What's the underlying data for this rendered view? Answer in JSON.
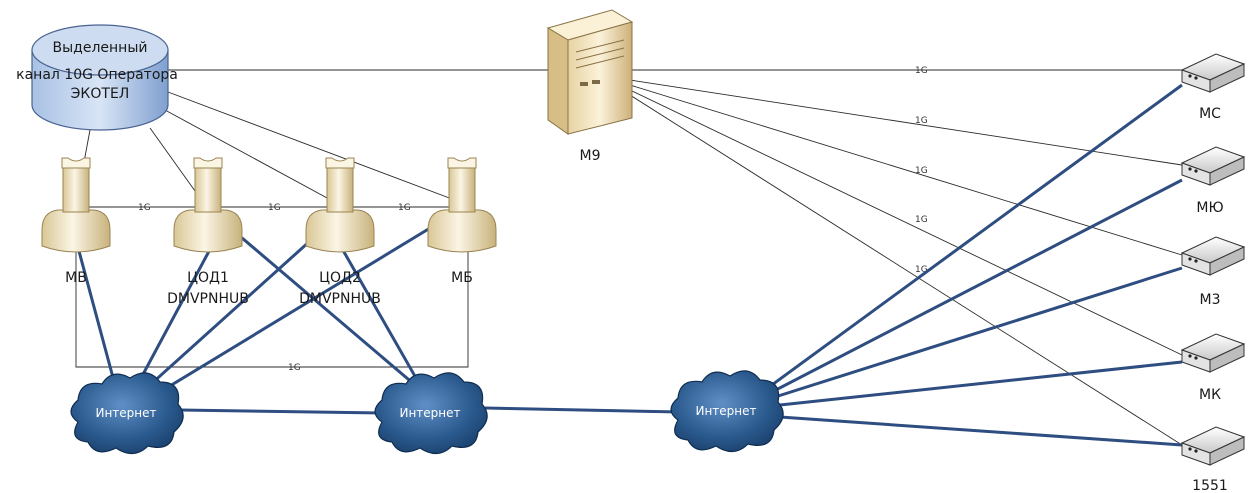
{
  "link_label": "1G",
  "operator": {
    "line1": "Выделенный",
    "line2": "канал 10G Оператора",
    "line3": "ЭКОТЕЛ"
  },
  "server": {
    "label": "M9"
  },
  "towers": [
    {
      "id": "mv",
      "lines": [
        "MB"
      ]
    },
    {
      "id": "tsod1",
      "lines": [
        "ЦОД1",
        "DMVPNHUB"
      ]
    },
    {
      "id": "tsod2",
      "lines": [
        "ЦОД2",
        "DMVPNHUB"
      ]
    },
    {
      "id": "mb",
      "lines": [
        "МБ"
      ]
    }
  ],
  "clouds": [
    {
      "id": "cloud1",
      "label": "Интернет"
    },
    {
      "id": "cloud2",
      "label": "Интернет"
    },
    {
      "id": "cloud3",
      "label": "Интернет"
    }
  ],
  "routers": [
    {
      "id": "mc",
      "label": "MC"
    },
    {
      "id": "myu",
      "label": "МЮ"
    },
    {
      "id": "mz",
      "label": "М3"
    },
    {
      "id": "mk",
      "label": "МК"
    },
    {
      "id": "r1551",
      "label": "1551"
    }
  ],
  "colors": {
    "thin_line": "#2b2b2b",
    "internet_link": "#2e4d80",
    "cloud_fill": "#2c5a8c",
    "operator_fill": "#b9cde8",
    "tower_fill": "#f2e6c8",
    "server_fill": "#f1e2bc"
  }
}
